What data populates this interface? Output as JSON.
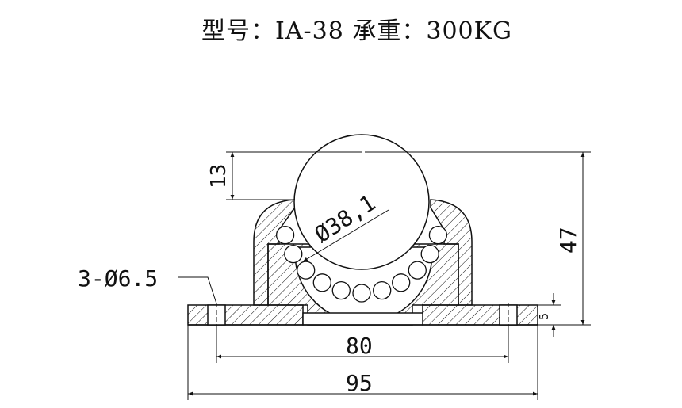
{
  "title": {
    "model_label": "型号：",
    "model_value": "IA-38",
    "load_label": "承重：",
    "load_value": "300KG"
  },
  "dimensions": {
    "ball_diameter": "Ø38,1",
    "ball_protrusion": "13",
    "total_height": "47",
    "flange_thickness": "5",
    "hole_spec": "3-Ø6.5",
    "hole_spacing": "80",
    "overall_width": "95"
  },
  "colors": {
    "line": "#111111",
    "background": "#ffffff"
  }
}
